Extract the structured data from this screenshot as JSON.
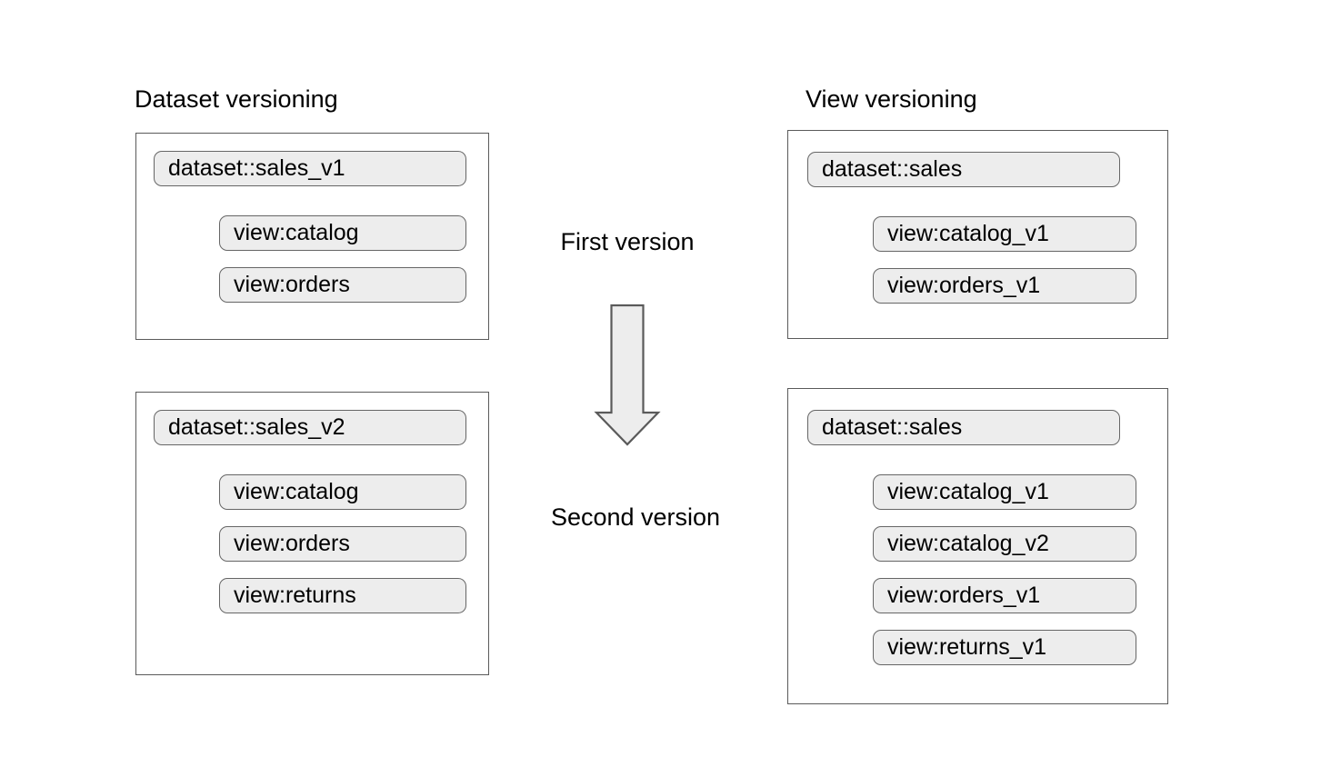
{
  "diagram": {
    "title_left": "Dataset versioning",
    "title_right": "View versioning",
    "center_labels": {
      "first": "First version",
      "second": "Second version"
    },
    "arrow_icon": "down-arrow-icon",
    "colors": {
      "pill_fill": "#ededed",
      "pill_border": "#666666",
      "box_border": "#5a5a5a",
      "arrow_fill": "#ededed",
      "arrow_stroke": "#5a5a5a",
      "text": "#000000",
      "background": "#ffffff"
    },
    "columns": [
      {
        "name": "dataset-versioning",
        "title": "Dataset versioning",
        "groups": [
          {
            "name": "dataset-versioning-v1",
            "stage": "First version",
            "dataset": "dataset::sales_v1",
            "views": [
              "view:catalog",
              "view:orders"
            ]
          },
          {
            "name": "dataset-versioning-v2",
            "stage": "Second version",
            "dataset": "dataset::sales_v2",
            "views": [
              "view:catalog",
              "view:orders",
              "view:returns"
            ]
          }
        ]
      },
      {
        "name": "view-versioning",
        "title": "View versioning",
        "groups": [
          {
            "name": "view-versioning-v1",
            "stage": "First version",
            "dataset": "dataset::sales",
            "views": [
              "view:catalog_v1",
              "view:orders_v1"
            ]
          },
          {
            "name": "view-versioning-v2",
            "stage": "Second version",
            "dataset": "dataset::sales",
            "views": [
              "view:catalog_v1",
              "view:catalog_v2",
              "view:orders_v1",
              "view:returns_v1"
            ]
          }
        ]
      }
    ]
  }
}
